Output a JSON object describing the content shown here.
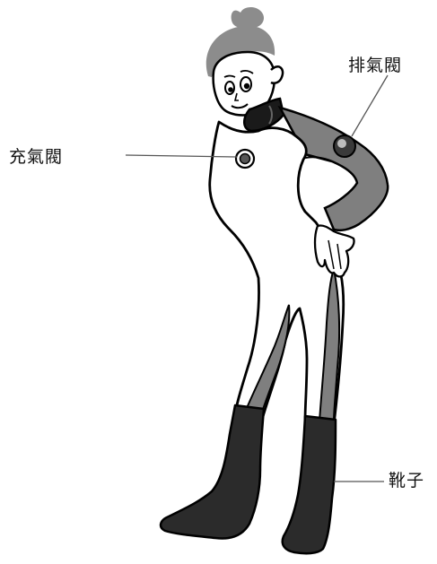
{
  "labels": {
    "inflate_valve": "充氣閥",
    "exhaust_valve": "排氣閥",
    "boots": "靴子"
  },
  "colors": {
    "outline": "#000000",
    "suit_body": "#ffffff",
    "suit_side_panel": "#7f7f7f",
    "hair": "#8c8c8c",
    "boots": "#2b2b2b",
    "collar": "#1a1a1a",
    "leader_line": "#555555"
  }
}
